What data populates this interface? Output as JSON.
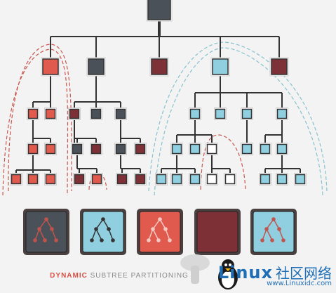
{
  "caption": {
    "highlight": "DYNAMIC",
    "rest": "SUBTREE PARTITIONING"
  },
  "watermark": {
    "brand": "Linux",
    "cn": "社区网络",
    "url": "www.Linuxidc.com"
  },
  "colors": {
    "dark": "#4a5158",
    "red": "#e05a4e",
    "maroon": "#7d3036",
    "blue": "#8fcfdf",
    "white": "#ffffff",
    "line": "#333333",
    "dashRed": "#c9574e",
    "dashBlue": "#86c2cf"
  },
  "partitions": [
    {
      "name": "partition-dark",
      "fill": "dark"
    },
    {
      "name": "partition-blue",
      "fill": "blue"
    },
    {
      "name": "partition-red",
      "fill": "red"
    },
    {
      "name": "partition-maroon",
      "fill": "maroon"
    },
    {
      "name": "partition-teal-red",
      "fill": "blue"
    }
  ]
}
